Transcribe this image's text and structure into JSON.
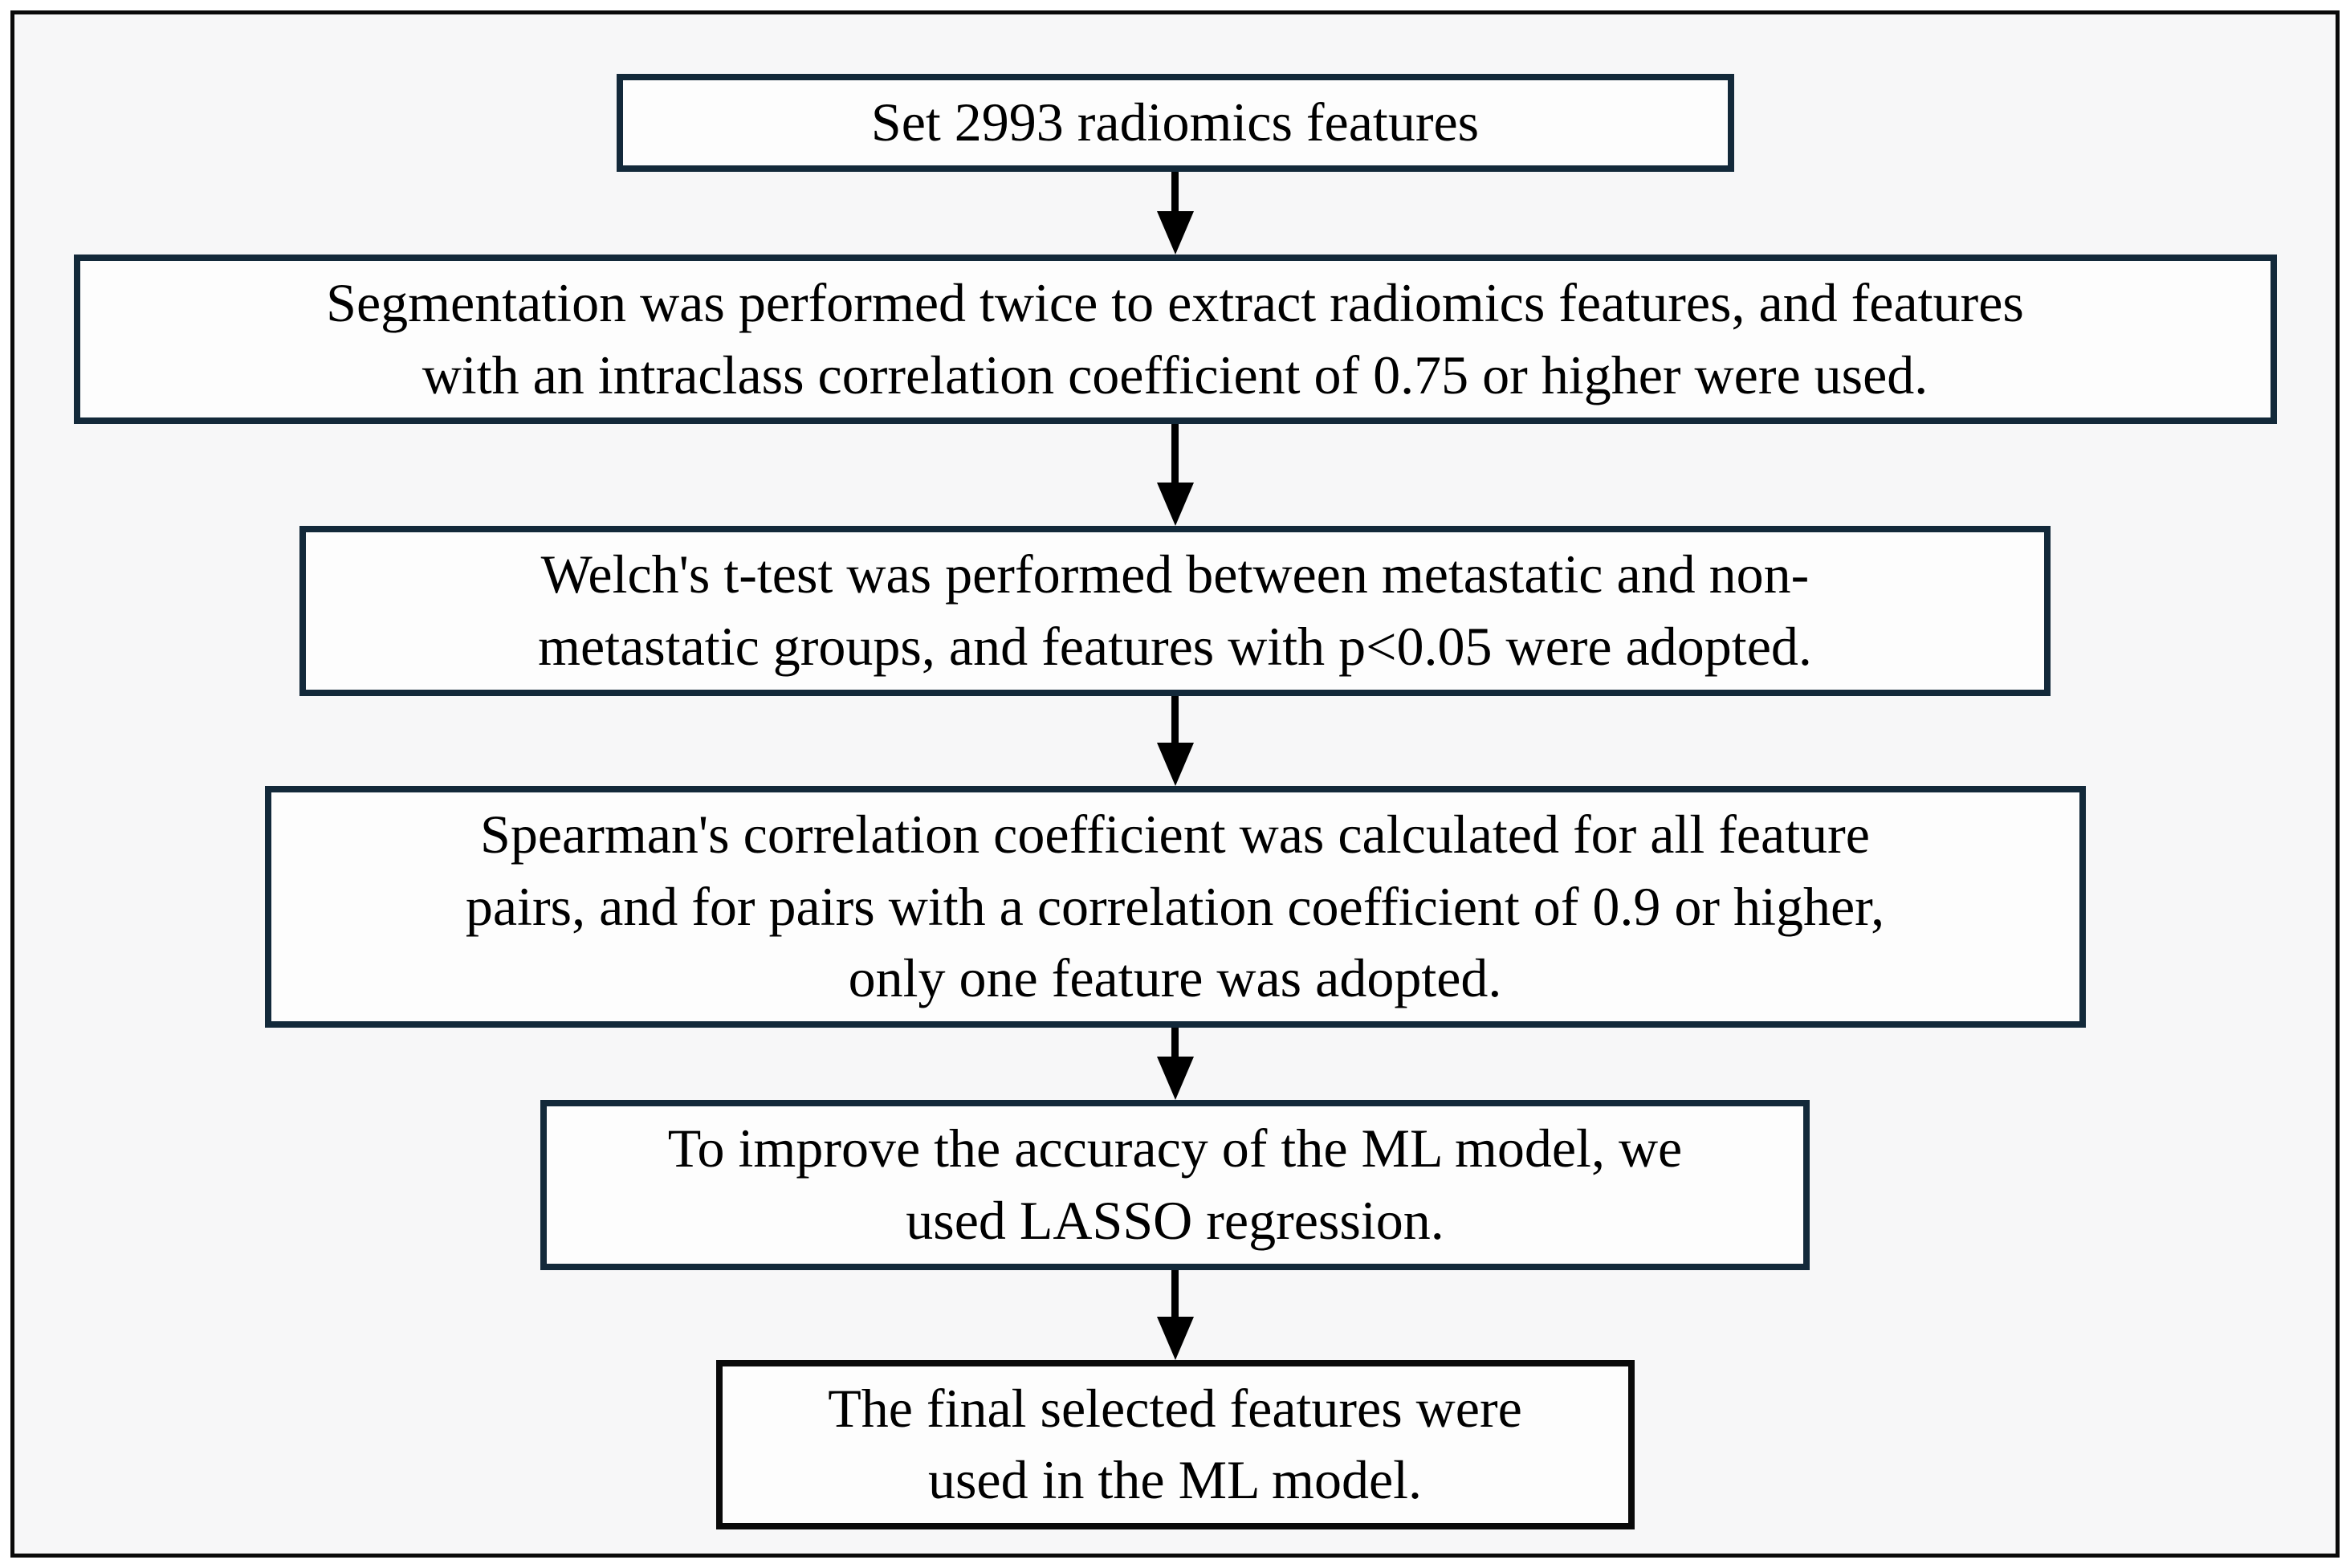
{
  "colors": {
    "frame_border": "#0a0a0a",
    "canvas_background": "#f7f7f8",
    "box_fill": "#fdfdfd",
    "box_border": "#13293a",
    "final_box_border": "#0a0a0a",
    "arrow": "#000000",
    "text": "#000000"
  },
  "boxes": [
    {
      "text": "Set 2993 radiomics features",
      "lines": [
        "Set 2993 radiomics features"
      ],
      "border_color": "#13293a"
    },
    {
      "text": "Segmentation was performed twice to extract radiomics features, and features with an intraclass correlation coefficient of 0.75 or higher were used.",
      "lines": [
        "Segmentation was performed twice to extract radiomics features, and features",
        "with an intraclass correlation coefficient of 0.75 or higher were used."
      ],
      "border_color": "#13293a"
    },
    {
      "text": "Welch's t-test was performed between metastatic and non-metastatic groups, and features with p<0.05 were adopted.",
      "lines": [
        "Welch's t-test was performed between metastatic and non-",
        "metastatic groups, and features with p<0.05 were adopted."
      ],
      "border_color": "#13293a"
    },
    {
      "text": "Spearman's correlation coefficient was calculated for all feature pairs, and for pairs with a correlation coefficient of 0.9 or higher, only one feature was adopted.",
      "lines": [
        "Spearman's correlation coefficient was calculated for all feature",
        "pairs, and for pairs with a correlation coefficient of 0.9 or higher,",
        "only one feature was adopted."
      ],
      "border_color": "#13293a"
    },
    {
      "text": "To improve the accuracy of the ML model, we used LASSO regression.",
      "lines": [
        "To improve the accuracy of the ML model, we",
        "used LASSO regression."
      ],
      "border_color": "#13293a"
    },
    {
      "text": "The final selected features were used in the ML model.",
      "lines": [
        "The final selected features were",
        "used in the ML model."
      ],
      "border_color": "#0a0a0a"
    }
  ]
}
